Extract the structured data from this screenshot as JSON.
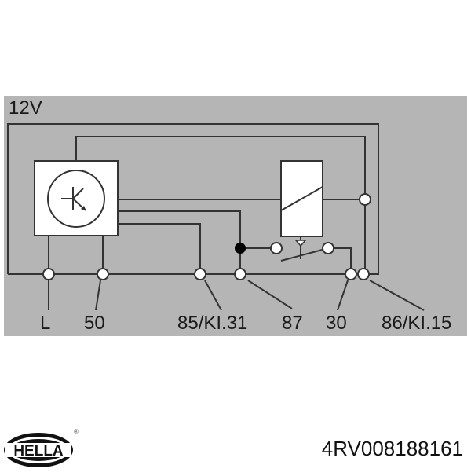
{
  "diagram": {
    "supply_label": "12V",
    "terminals": [
      {
        "id": "L",
        "label": "L"
      },
      {
        "id": "50",
        "label": "50"
      },
      {
        "id": "85",
        "label": "85/KI.31"
      },
      {
        "id": "87",
        "label": "87"
      },
      {
        "id": "30",
        "label": "30"
      },
      {
        "id": "86",
        "label": "86/KI.15"
      }
    ],
    "components": {
      "control_module": "transistor-icon",
      "relay_coil": "relay-coil-icon",
      "switch": "relay-switch-icon"
    },
    "colors": {
      "background": "#b5b5b5",
      "wire": "#333333",
      "component_fill": "#ffffff"
    }
  },
  "footer": {
    "brand": "HELLA",
    "registered_mark": "®",
    "part_number": "4RV008188161"
  }
}
